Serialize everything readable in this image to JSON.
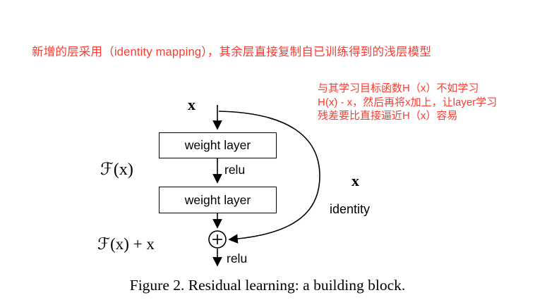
{
  "annotations": {
    "top": "新增的层采用（identity mapping），其余层直接复制自已训练得到的浅层模型",
    "side_lines": [
      "与其学习目标函数H（x）不如学习",
      "H(x) - x，然后再将x加上，让layer学习",
      "残差要比直接逼近H（x）容易"
    ]
  },
  "diagram": {
    "input_label": "x",
    "weight_layer_top": "weight layer",
    "relu_mid": "relu",
    "residual_function": "ℱ(x)",
    "weight_layer_bottom": "weight layer",
    "output_sum": "ℱ(x) + x",
    "skip_x": "x",
    "identity": "identity",
    "relu_out": "relu",
    "plus_glyph": "+"
  },
  "caption": "Figure 2. Residual learning: a building block.",
  "colors": {
    "annotation_red": "#f93b31",
    "diagram_ink": "#000000"
  }
}
